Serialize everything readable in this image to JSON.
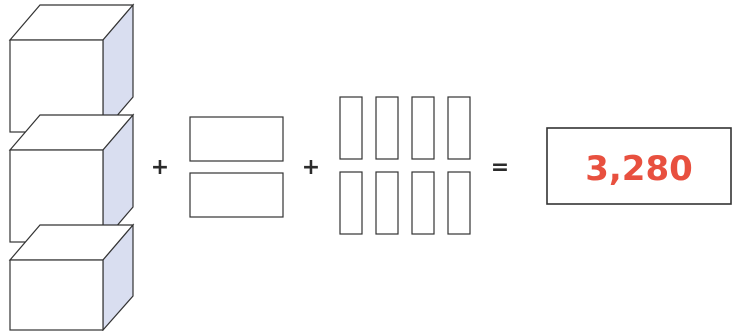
{
  "diagram": {
    "operators": {
      "plus": "+",
      "equals": "="
    },
    "blocks": {
      "cubes_count": 3,
      "flats_count": 2,
      "rods_count": 8
    },
    "result": {
      "text": "3,280",
      "color": "#e8503f"
    },
    "colors": {
      "cube_side": "#d9def0",
      "outline": "#333333"
    }
  }
}
